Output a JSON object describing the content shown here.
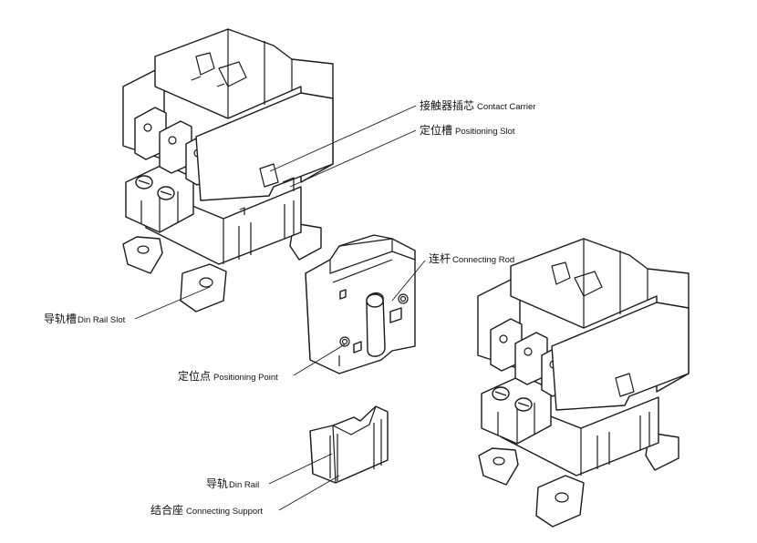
{
  "labels": {
    "contact_carrier": {
      "cn": "接触器插芯",
      "en": "Contact Carrier"
    },
    "positioning_slot": {
      "cn": "定位槽",
      "en": "Positioning Slot"
    },
    "connecting_rod": {
      "cn": "连杆",
      "en": "Connecting Rod"
    },
    "din_rail_slot": {
      "cn": "导轨槽",
      "en": "Din Rail Slot"
    },
    "positioning_point": {
      "cn": "定位点",
      "en": "Positioning Point"
    },
    "din_rail": {
      "cn": "导轨",
      "en": "Din Rail"
    },
    "connecting_support": {
      "cn": "结合座",
      "en": "Connecting Support"
    }
  }
}
